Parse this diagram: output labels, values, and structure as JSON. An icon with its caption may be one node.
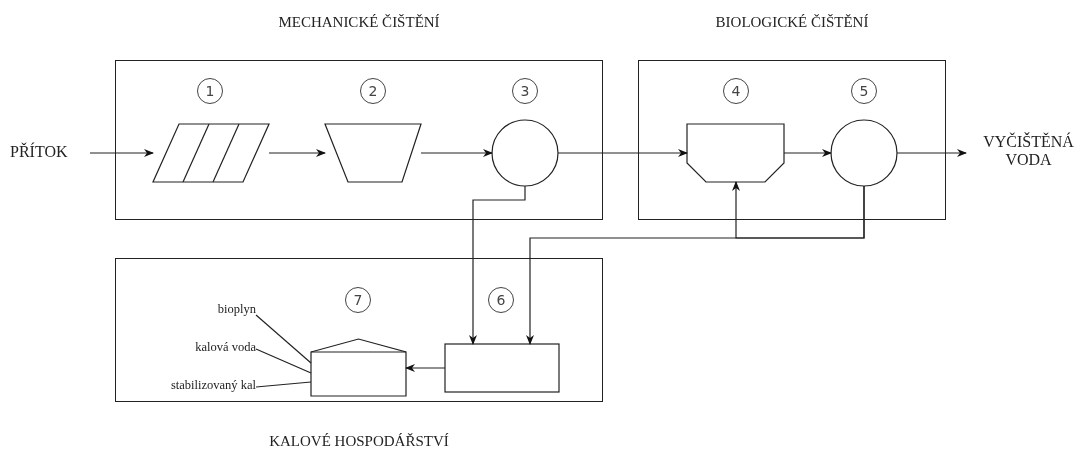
{
  "diagram": {
    "nodes": [
      {
        "text": [
          "MECHANICKÉ ČIŠTĚNÍ"
        ]
      },
      {
        "text": [
          "BIOLOGICKÉ ČIŠTĚNÍ"
        ]
      },
      {
        "text": [
          "KALOVÉ HOSPODÁŘSTVÍ"
        ]
      },
      {
        "text": [
          "PŘÍTOK"
        ]
      },
      {
        "text": [],
        "shape": "parallelogram",
        "beside": [
          "1"
        ],
        "in": 0
      },
      {
        "text": [],
        "shape": "trapezoid",
        "beside": [
          "2"
        ],
        "in": 0
      },
      {
        "text": [],
        "shape": "circle",
        "beside": [
          "3"
        ],
        "in": 0
      },
      {
        "text": [],
        "shape": "tank",
        "beside": [
          "4"
        ],
        "in": 1
      },
      {
        "text": [],
        "shape": "circle",
        "beside": [
          "5"
        ],
        "in": 1
      },
      {
        "text": [
          "VYČIŠTĚNÁ VODA"
        ]
      },
      {
        "text": [],
        "shape": "box",
        "beside": [
          "6"
        ],
        "in": 2
      },
      {
        "text": [],
        "shape": "house",
        "beside": [
          "7"
        ],
        "in": 2
      },
      {
        "text": [
          "bioplyn"
        ],
        "in": 2
      },
      {
        "text": [
          "kalová voda"
        ],
        "in": 2
      },
      {
        "text": [
          "stabilizovaný kal"
        ],
        "in": 2
      }
    ],
    "edges": [
      {
        "from": 3,
        "to": 4,
        "arrow": "to"
      },
      {
        "from": 4,
        "to": 5,
        "arrow": "to"
      },
      {
        "from": 5,
        "to": 6,
        "arrow": "to"
      },
      {
        "from": 6,
        "to": 7,
        "arrow": "to"
      },
      {
        "from": 7,
        "to": 8,
        "arrow": "to"
      },
      {
        "from": 8,
        "to": 9,
        "arrow": "to"
      },
      {
        "from": 6,
        "to": 10,
        "arrow": "to"
      },
      {
        "from": 8,
        "to": 10,
        "arrow": "to"
      },
      {
        "from": 8,
        "to": 7,
        "arrow": "to"
      },
      {
        "from": 10,
        "to": 11,
        "arrow": "to"
      },
      {
        "from": 12,
        "to": 11,
        "arrow": "none"
      },
      {
        "from": 13,
        "to": 11,
        "arrow": "none"
      },
      {
        "from": 14,
        "to": 11,
        "arrow": "none"
      }
    ]
  }
}
